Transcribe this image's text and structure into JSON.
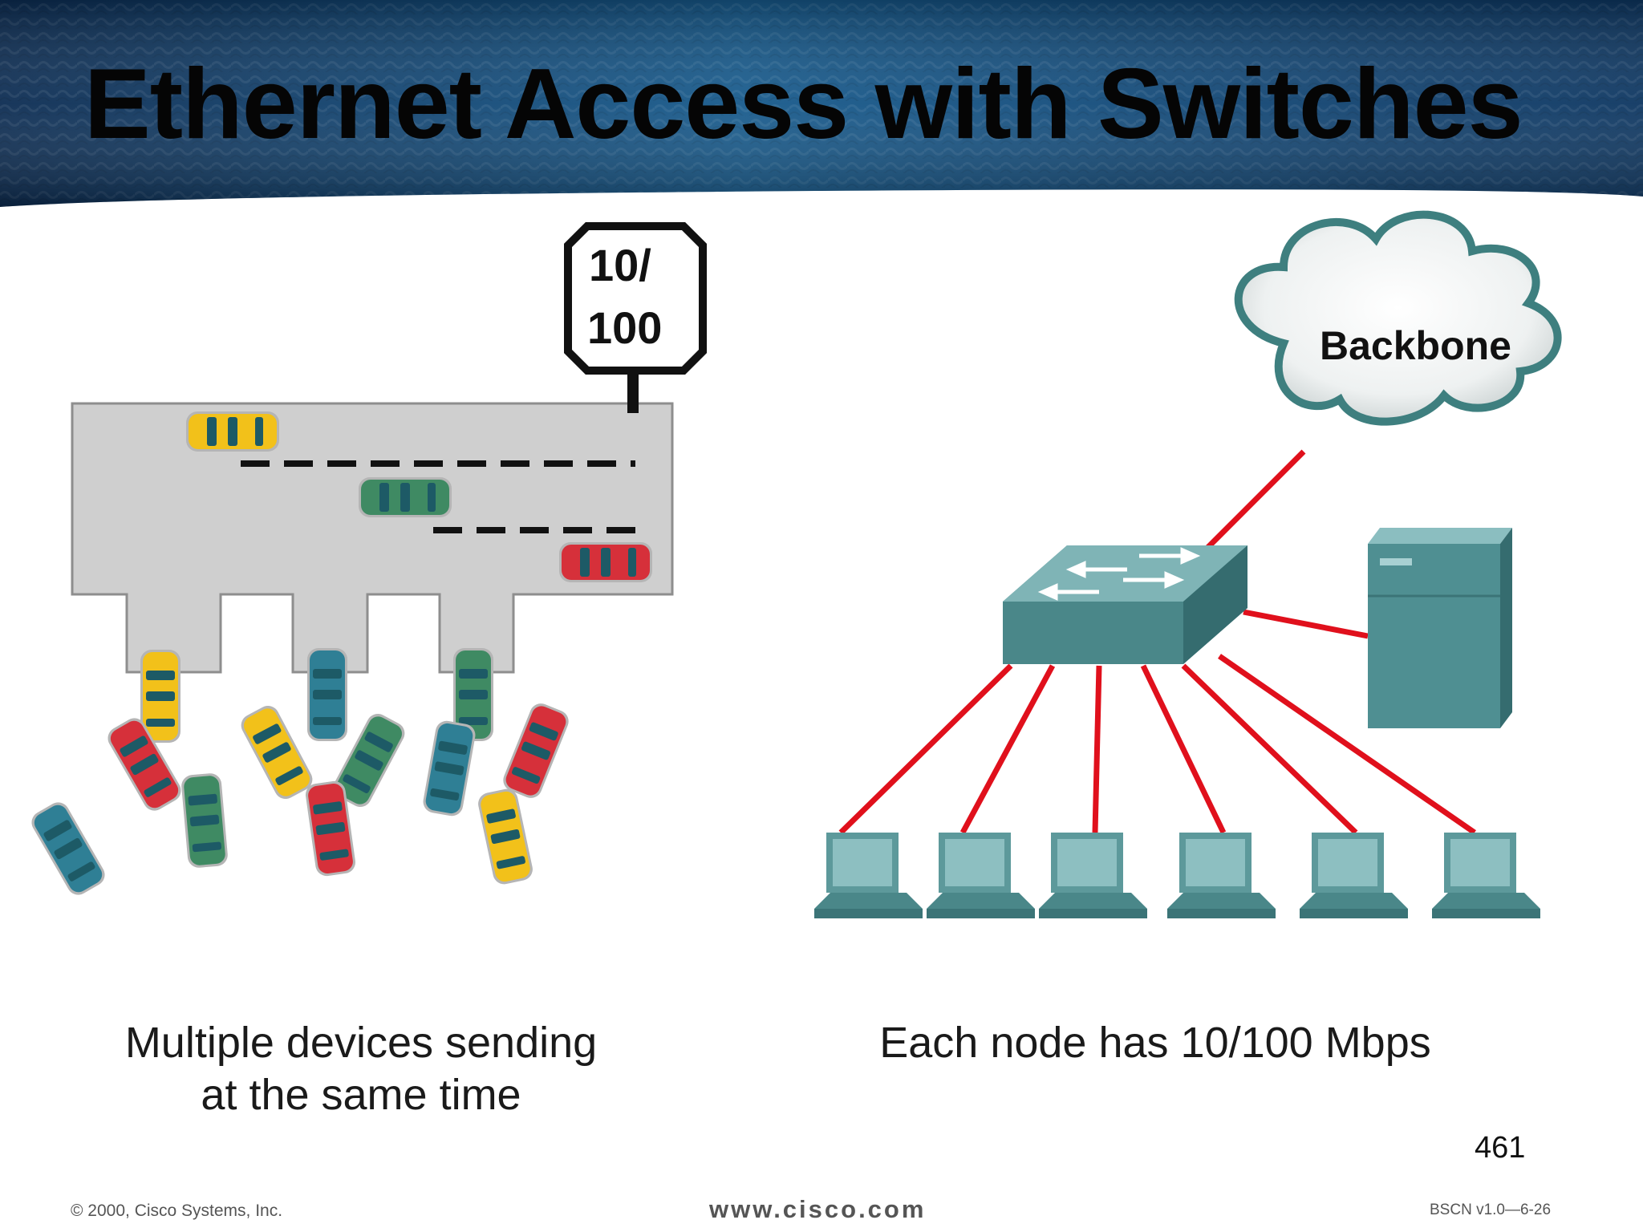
{
  "slide": {
    "title": "Ethernet Access with Switches",
    "page_number": "461"
  },
  "left_diagram": {
    "sign_line1": "10/",
    "sign_line2": "100",
    "caption_line1": "Multiple devices sending",
    "caption_line2": "at the same time"
  },
  "right_diagram": {
    "cloud_label": "Backbone",
    "caption": "Each node has 10/100 Mbps"
  },
  "footer": {
    "copyright": "© 2000, Cisco Systems, Inc.",
    "website": "www.cisco.com",
    "course_code": "BSCN v1.0—6-26"
  },
  "colors": {
    "header_blue": "#12406e",
    "link_red": "#e0101c",
    "device_teal": "#4f8f92",
    "road_gray": "#cfcfcf"
  }
}
